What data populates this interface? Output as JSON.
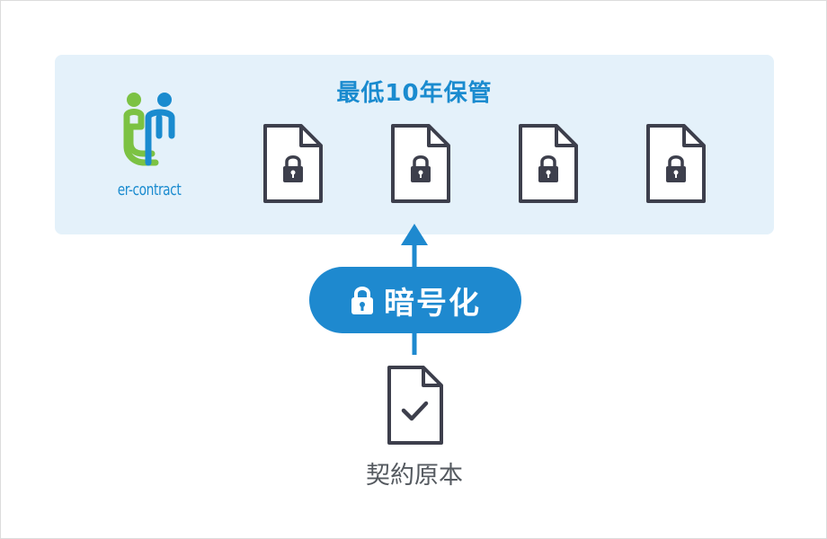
{
  "storage": {
    "title": "最低10年保管",
    "logo_text": "er-contract",
    "documents": [
      {
        "icon": "locked-document-icon"
      },
      {
        "icon": "locked-document-icon"
      },
      {
        "icon": "locked-document-icon"
      },
      {
        "icon": "locked-document-icon"
      }
    ]
  },
  "process": {
    "label": "暗号化",
    "icon": "lock-icon"
  },
  "source": {
    "label": "契約原本",
    "icon": "checked-document-icon"
  },
  "colors": {
    "accent": "#1e89cf",
    "panel_background": "#e4f1fa",
    "logo_green": "#7cc243",
    "document_stroke": "#3d3f4c"
  }
}
